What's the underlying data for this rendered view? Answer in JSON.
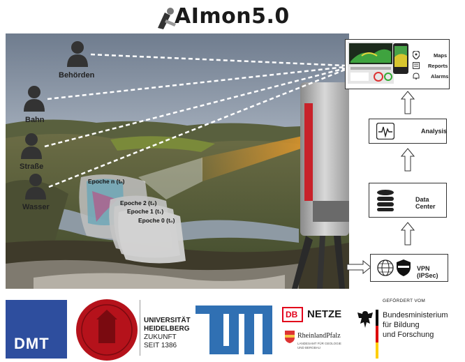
{
  "title": {
    "prefix": "AI",
    "suffix": "mon5.0"
  },
  "users": [
    {
      "label": "Behörden"
    },
    {
      "label": "Bahn"
    },
    {
      "label": "Straße"
    },
    {
      "label": "Wasser"
    }
  ],
  "epochs": [
    {
      "label": "Epoche n (tₙ)"
    },
    {
      "label": "Epoche 2 (t₂)"
    },
    {
      "label": "Epoche 1 (t₁)"
    },
    {
      "label": "Epoche 0 (t₀)"
    }
  ],
  "dashboard": {
    "items": [
      "Maps",
      "Reports",
      "Alarms"
    ]
  },
  "pipeline": {
    "analysis": "Analysis",
    "datacenter": "Data Center",
    "vpn": "VPN (IPSec)"
  },
  "logos": {
    "dmt": "DMT",
    "uni_line1": "UNIVERSITÄT",
    "uni_line2": "HEIDELBERG",
    "uni_line3": "ZUKUNFT",
    "uni_line4": "SEIT 1386",
    "tum": "TUM",
    "db": "DB",
    "netze": "NETZE",
    "rlp": "RheinlandPfalz",
    "rlp_sub1": "LANDESAMT FÜR GEOLOGIE",
    "rlp_sub2": "UND BERGBAU",
    "bmbf_pre": "GEFÖRDERT VOM",
    "bmbf_line1": "Bundesministerium",
    "bmbf_line2": "für Bildung",
    "bmbf_line3": "und Forschung"
  },
  "colors": {
    "dmt_blue": "#2e4e9e",
    "uni_red": "#b5121b",
    "tum_blue": "#3070b3",
    "db_red": "#e2001a",
    "scan_orange": "#e89a2a"
  }
}
